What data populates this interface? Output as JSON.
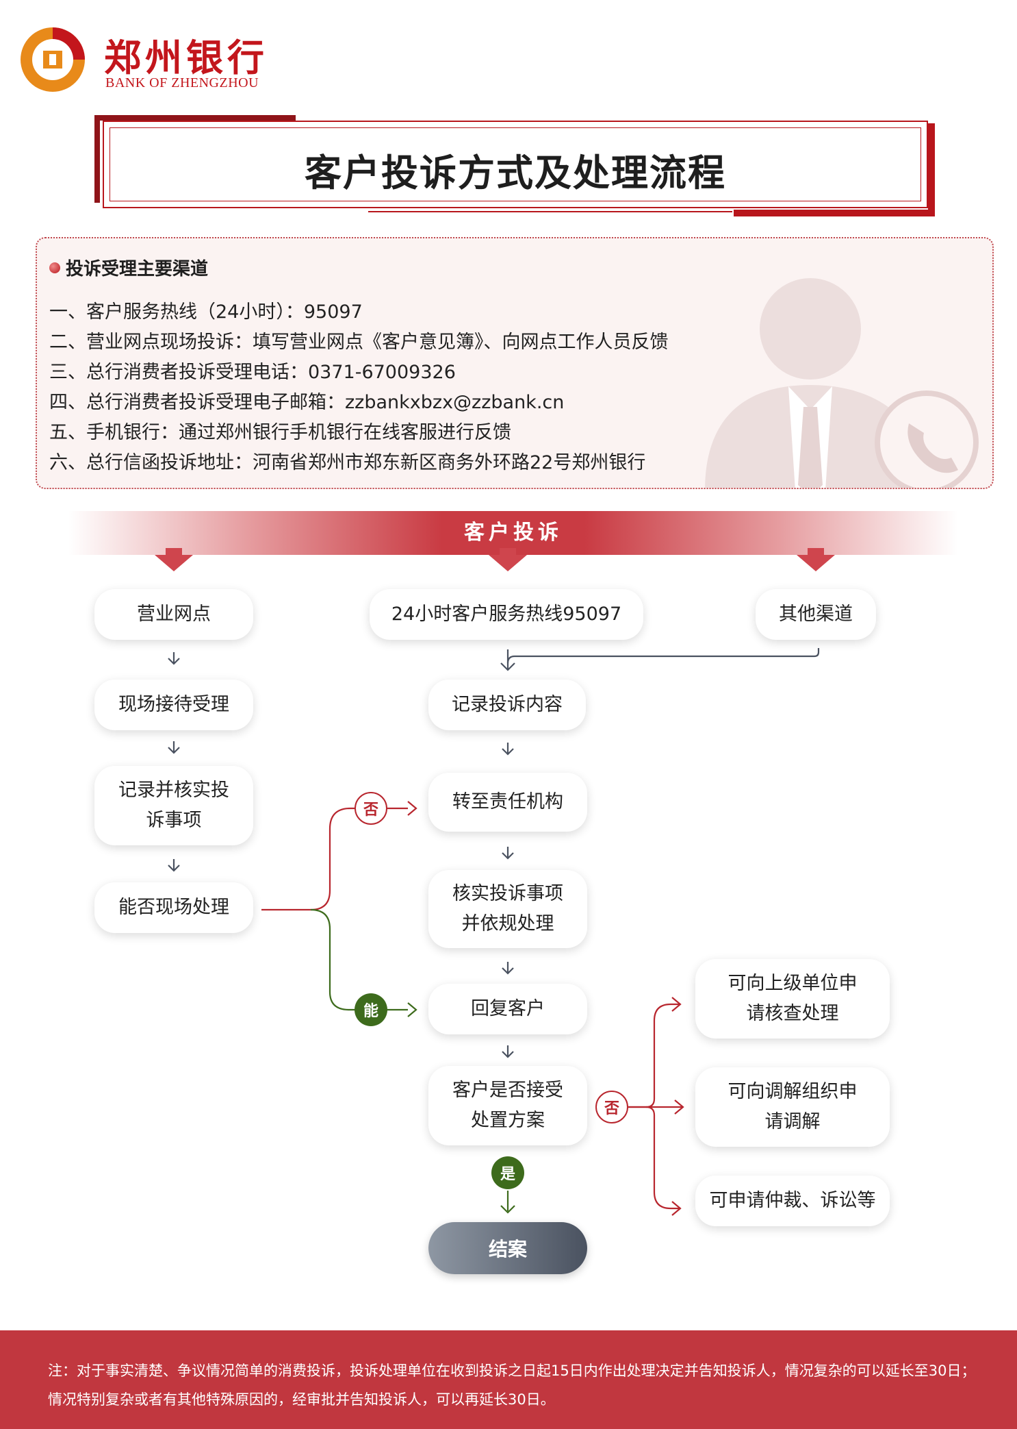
{
  "brand": {
    "name_cn": "郑州银行",
    "name_en": "BANK OF ZHENGZHOU",
    "colors": {
      "primary": "#c3161c",
      "accent": "#e88a1a",
      "success": "#3d6b1c",
      "footer": "#c1373f"
    }
  },
  "title": "客户投诉方式及处理流程",
  "channels": {
    "heading": "投诉受理主要渠道",
    "items": [
      "一、客户服务热线（24小时）：95097",
      "二、营业网点现场投诉：填写营业网点《客户意见簿》、向网点工作人员反馈",
      "三、总行消费者投诉受理电话：0371-67009326",
      "四、总行消费者投诉受理电子邮箱：zzbankxbzx@zzbank.cn",
      "五、手机银行：通过郑州银行手机银行在线客服进行反馈",
      "六、总行信函投诉地址：河南省郑州市郑东新区商务外环路22号郑州银行"
    ]
  },
  "flow": {
    "banner": "客户投诉",
    "left": {
      "branch": "营业网点",
      "reception": "现场接待受理",
      "record_line1": "记录并核实投",
      "record_line2": "诉事项",
      "decide": "能否现场处理"
    },
    "center": {
      "hotline": "24小时客户服务热线95097",
      "record": "记录投诉内容",
      "transfer": "转至责任机构",
      "verify_line1": "核实投诉事项",
      "verify_line2": "并依规处理",
      "reply": "回复客户",
      "accept_line1": "客户是否接受",
      "accept_line2": "处置方案",
      "close": "结案"
    },
    "right": {
      "other": "其他渠道",
      "option1_line1": "可向上级单位申",
      "option1_line2": "请核查处理",
      "option2_line1": "可向调解组织申",
      "option2_line2": "请调解",
      "option3": "可申请仲裁、诉讼等"
    },
    "labels": {
      "no": "否",
      "can": "能",
      "yes": "是"
    }
  },
  "footer": {
    "note": "注：对于事实清楚、争议情况简单的消费投诉，投诉处理单位在收到投诉之日起15日内作出处理决定并告知投诉人，情况复杂的可以延长至30日；情况特别复杂或者有其他特殊原因的，经审批并告知投诉人，可以再延长30日。"
  },
  "icons": [
    "logo-mark-icon",
    "person-silhouette-icon",
    "phone-icon",
    "arrow-down-icon",
    "arrow-right-icon"
  ]
}
